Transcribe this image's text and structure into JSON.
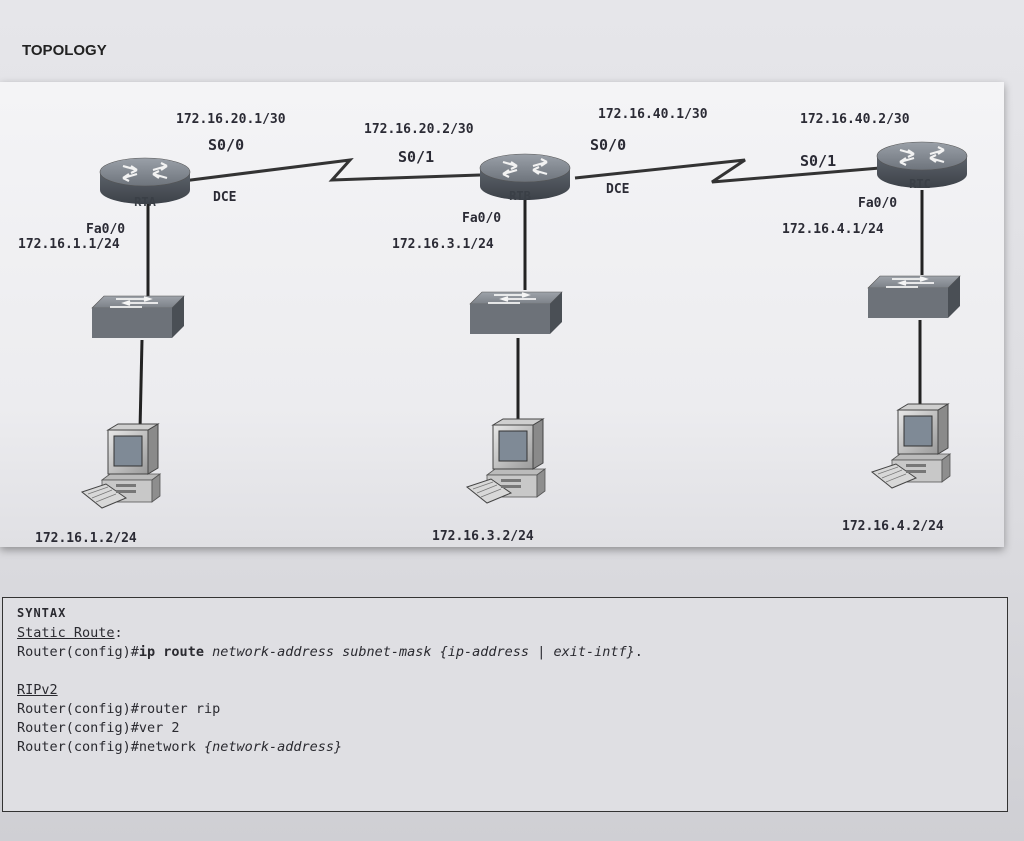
{
  "title": "TOPOLOGY",
  "routers": [
    {
      "name": "RTA",
      "s_label": "S0/0",
      "s_ip": "172.16.20.1/30",
      "dce": "DCE",
      "fa_label": "Fa0/0",
      "fa_ip": "172.16.1.1/24"
    },
    {
      "name": "RTB",
      "s1_label": "S0/1",
      "s1_ip": "172.16.20.2/30",
      "s0_label": "S0/0",
      "s0_ip": "172.16.40.1/30",
      "dce": "DCE",
      "fa_label": "Fa0/0",
      "fa_ip": "172.16.3.1/24"
    },
    {
      "name": "RTC",
      "s_label": "S0/1",
      "s_ip": "172.16.40.2/30",
      "fa_label": "Fa0/0",
      "fa_ip": "172.16.4.1/24"
    }
  ],
  "pcs": [
    "172.16.1.2/24",
    "172.16.3.2/24",
    "172.16.4.2/24"
  ],
  "syntax": {
    "heading": "SYNTAX",
    "static_title": "Static Route",
    "static_colon": ":",
    "static_prefix": "Router(config)#",
    "static_cmd": "ip route",
    "static_args": " network-address subnet-mask {ip-address | exit-intf}",
    "static_end": ".",
    "rip_title": "RIPv2",
    "rip_lines": [
      {
        "prefix": "Router(config)#",
        "text": "router rip",
        "arg": ""
      },
      {
        "prefix": "Router(config)#",
        "text": "ver 2",
        "arg": ""
      },
      {
        "prefix": "Router(config)#",
        "text": "network ",
        "arg": "{network-address}"
      }
    ]
  }
}
